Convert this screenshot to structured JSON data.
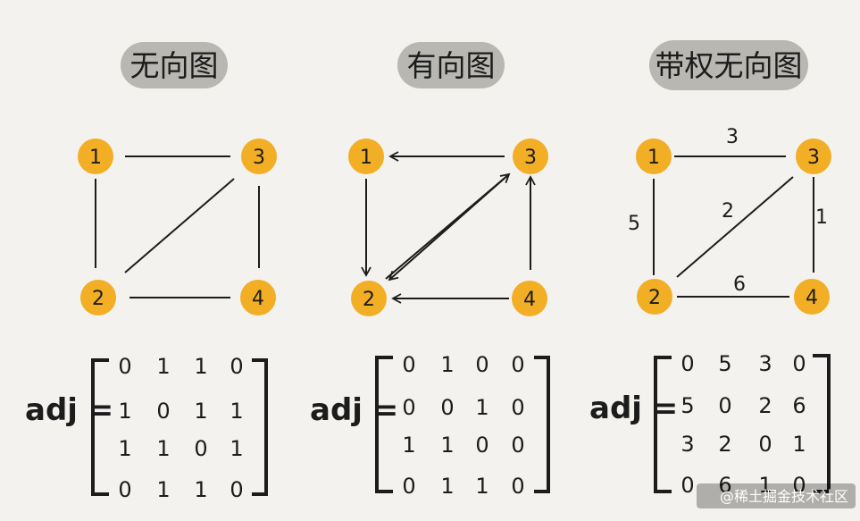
{
  "panels": [
    {
      "title": "无向图",
      "directed": false,
      "weighted": false,
      "nodes": [
        "1",
        "2",
        "3",
        "4"
      ],
      "edges": [
        {
          "from": "1",
          "to": "3"
        },
        {
          "from": "1",
          "to": "2"
        },
        {
          "from": "2",
          "to": "3"
        },
        {
          "from": "3",
          "to": "4"
        },
        {
          "from": "2",
          "to": "4"
        }
      ],
      "matrix_label": "adj =",
      "matrix": [
        [
          "0",
          "1",
          "1",
          "0"
        ],
        [
          "1",
          "0",
          "1",
          "1"
        ],
        [
          "1",
          "1",
          "0",
          "1"
        ],
        [
          "0",
          "1",
          "1",
          "0"
        ]
      ]
    },
    {
      "title": "有向图",
      "directed": true,
      "weighted": false,
      "nodes": [
        "1",
        "2",
        "3",
        "4"
      ],
      "edges": [
        {
          "from": "3",
          "to": "1"
        },
        {
          "from": "1",
          "to": "2"
        },
        {
          "from": "2",
          "to": "3"
        },
        {
          "from": "3",
          "to": "2"
        },
        {
          "from": "4",
          "to": "3"
        },
        {
          "from": "4",
          "to": "2"
        }
      ],
      "matrix_label": "adj =",
      "matrix": [
        [
          "0",
          "1",
          "0",
          "0"
        ],
        [
          "0",
          "0",
          "1",
          "0"
        ],
        [
          "1",
          "1",
          "0",
          "0"
        ],
        [
          "0",
          "1",
          "1",
          "0"
        ]
      ]
    },
    {
      "title": "带权无向图",
      "directed": false,
      "weighted": true,
      "nodes": [
        "1",
        "2",
        "3",
        "4"
      ],
      "edges": [
        {
          "from": "1",
          "to": "3",
          "weight": "3"
        },
        {
          "from": "1",
          "to": "2",
          "weight": "5"
        },
        {
          "from": "2",
          "to": "3",
          "weight": "2"
        },
        {
          "from": "3",
          "to": "4",
          "weight": "1"
        },
        {
          "from": "2",
          "to": "4",
          "weight": "6"
        }
      ],
      "matrix_label": "adj =",
      "matrix": [
        [
          "0",
          "5",
          "3",
          "0"
        ],
        [
          "5",
          "0",
          "2",
          "6"
        ],
        [
          "3",
          "2",
          "0",
          "1"
        ],
        [
          "0",
          "6",
          "1",
          "0"
        ]
      ]
    }
  ],
  "colors": {
    "background": "#f3f2ee",
    "node_fill": "#f2ae24",
    "title_pill": "#b8b7b2",
    "ink": "#1c1c1c"
  },
  "watermark": "@稀土掘金技术社区"
}
